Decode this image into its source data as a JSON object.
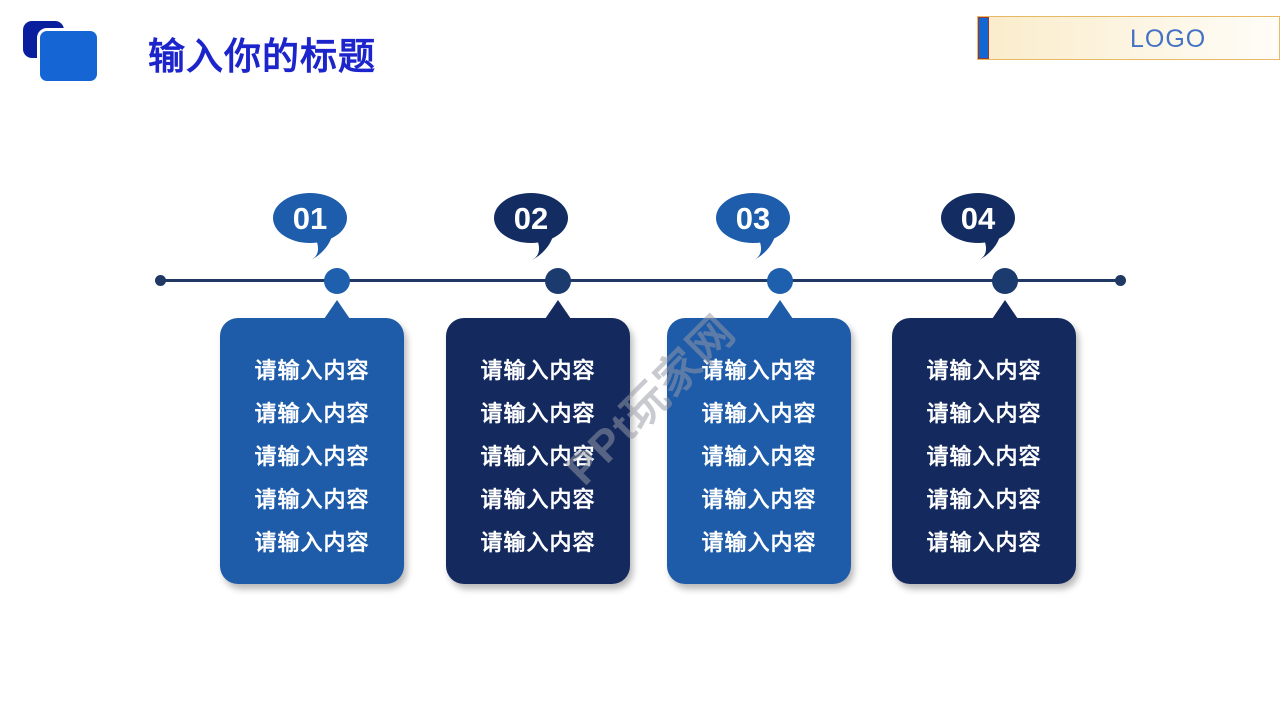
{
  "header": {
    "title": "输入你的标题",
    "logo_text": "LOGO"
  },
  "watermark": "PPt玩家网",
  "timeline": {
    "items": [
      {
        "number": "01",
        "tone": "light",
        "lines": [
          "请输入内容",
          "请输入内容",
          "请输入内容",
          "请输入内容",
          "请输入内容"
        ]
      },
      {
        "number": "02",
        "tone": "dark",
        "lines": [
          "请输入内容",
          "请输入内容",
          "请输入内容",
          "请输入内容",
          "请输入内容"
        ]
      },
      {
        "number": "03",
        "tone": "light",
        "lines": [
          "请输入内容",
          "请输入内容",
          "请输入内容",
          "请输入内容",
          "请输入内容"
        ]
      },
      {
        "number": "04",
        "tone": "dark",
        "lines": [
          "请输入内容",
          "请输入内容",
          "请输入内容",
          "请输入内容",
          "请输入内容"
        ]
      }
    ]
  },
  "colors": {
    "title_blue": "#1c24cb",
    "card_light_blue": "#1e5ca9",
    "card_dark_navy": "#142a5f",
    "timeline_navy": "#1f3864",
    "logo_text_blue": "#4472c4",
    "logo_box_cream": "#faecca",
    "icon_front_blue": "#1565d4",
    "icon_back_blue": "#0a1f9e"
  }
}
